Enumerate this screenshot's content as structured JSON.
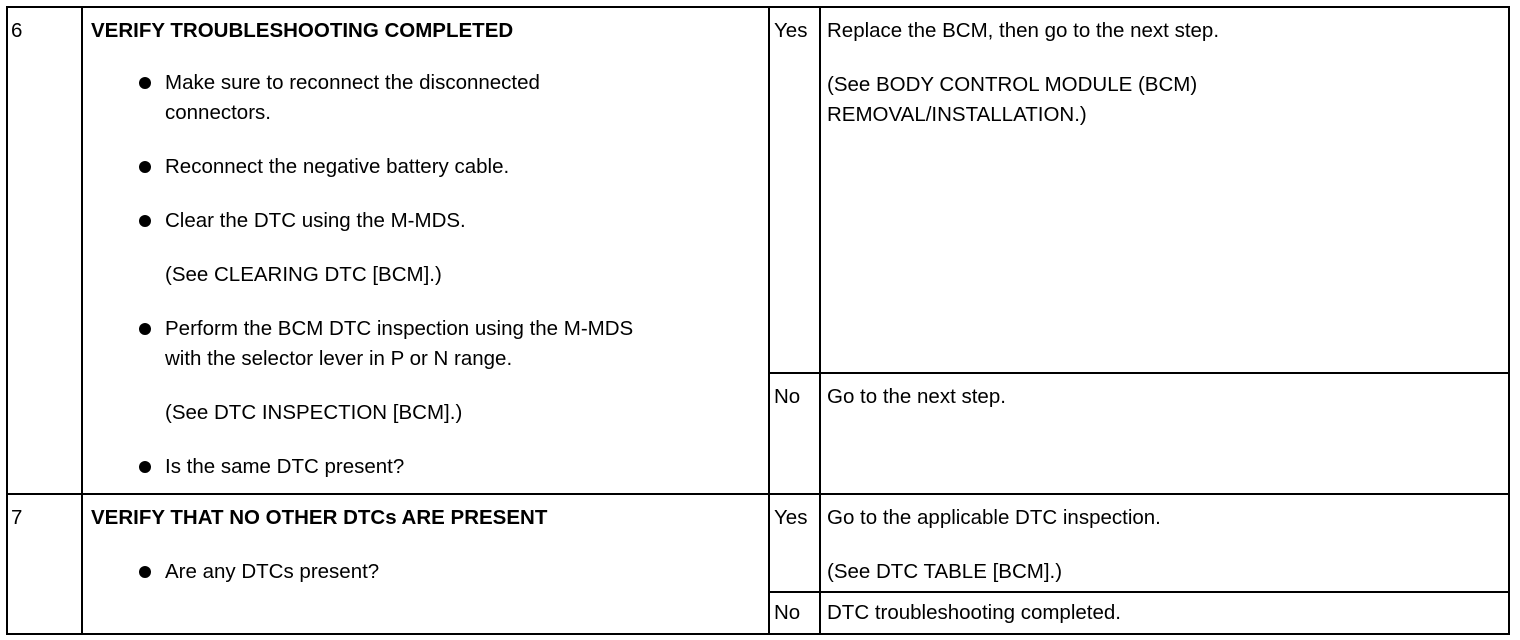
{
  "steps": [
    {
      "number": "6",
      "title": "VERIFY TROUBLESHOOTING COMPLETED",
      "checks": [
        {
          "lines": [
            "Make sure to reconnect the disconnected",
            "connectors."
          ]
        },
        {
          "lines": [
            "Reconnect the negative battery cable."
          ]
        },
        {
          "lines": [
            "Clear the DTC using the M-MDS."
          ],
          "reference": "(See CLEARING DTC [BCM].)"
        },
        {
          "lines": [
            "Perform the BCM DTC inspection using the M-MDS",
            "with the selector lever in P or N range."
          ],
          "reference": "(See DTC INSPECTION [BCM].)"
        },
        {
          "lines": [
            "Is the same DTC present?"
          ]
        }
      ],
      "results": [
        {
          "label": "Yes",
          "action": "Replace the BCM, then go to the next step.",
          "reference_lines": [
            "(See BODY CONTROL MODULE (BCM)",
            "REMOVAL/INSTALLATION.)"
          ]
        },
        {
          "label": "No",
          "action": "Go to the next step."
        }
      ]
    },
    {
      "number": "7",
      "title": "VERIFY THAT NO OTHER DTCs ARE PRESENT",
      "checks": [
        {
          "lines": [
            "Are any DTCs present?"
          ]
        }
      ],
      "results": [
        {
          "label": "Yes",
          "action": "Go to the applicable DTC inspection.",
          "reference_lines": [
            "(See DTC TABLE [BCM].)"
          ]
        },
        {
          "label": "No",
          "action": "DTC troubleshooting completed."
        }
      ]
    }
  ]
}
